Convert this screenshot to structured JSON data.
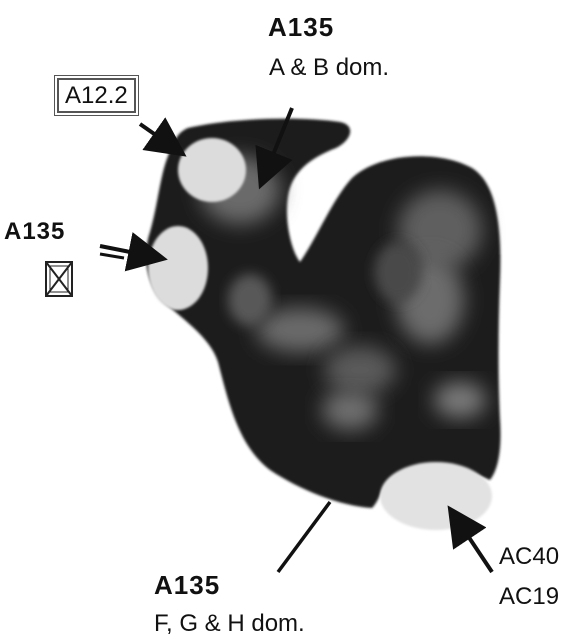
{
  "labels": {
    "top": {
      "name": "A135",
      "domains": "A & B dom."
    },
    "left_box": "A12.2",
    "left": {
      "name": "A135"
    },
    "bottom": {
      "name": "A135",
      "domains": "F, G & H dom."
    },
    "right": {
      "line1": "AC40",
      "line2": "AC19"
    }
  },
  "icons": {
    "boxed_x": "crossed-box-icon"
  },
  "colors": {
    "structure_dark": "#1a1a1a",
    "structure_mid": "#5a5a5a",
    "structure_light": "#8a8a8a",
    "spot_fill": "#dcdcdc",
    "arrow": "#111111"
  }
}
